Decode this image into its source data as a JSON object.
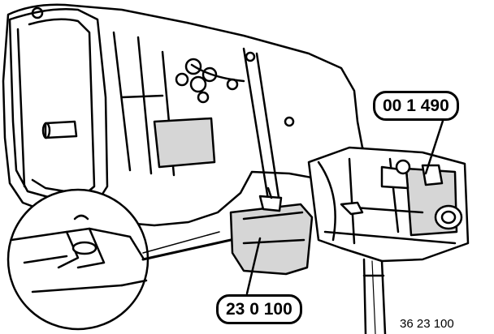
{
  "callouts": {
    "tool_1": "00 1 490",
    "tool_2": "23 0 100"
  },
  "figure_id": "36 23 100",
  "colors": {
    "ink": "#000000",
    "paper": "#ffffff",
    "shade": "#d6d6d6"
  }
}
